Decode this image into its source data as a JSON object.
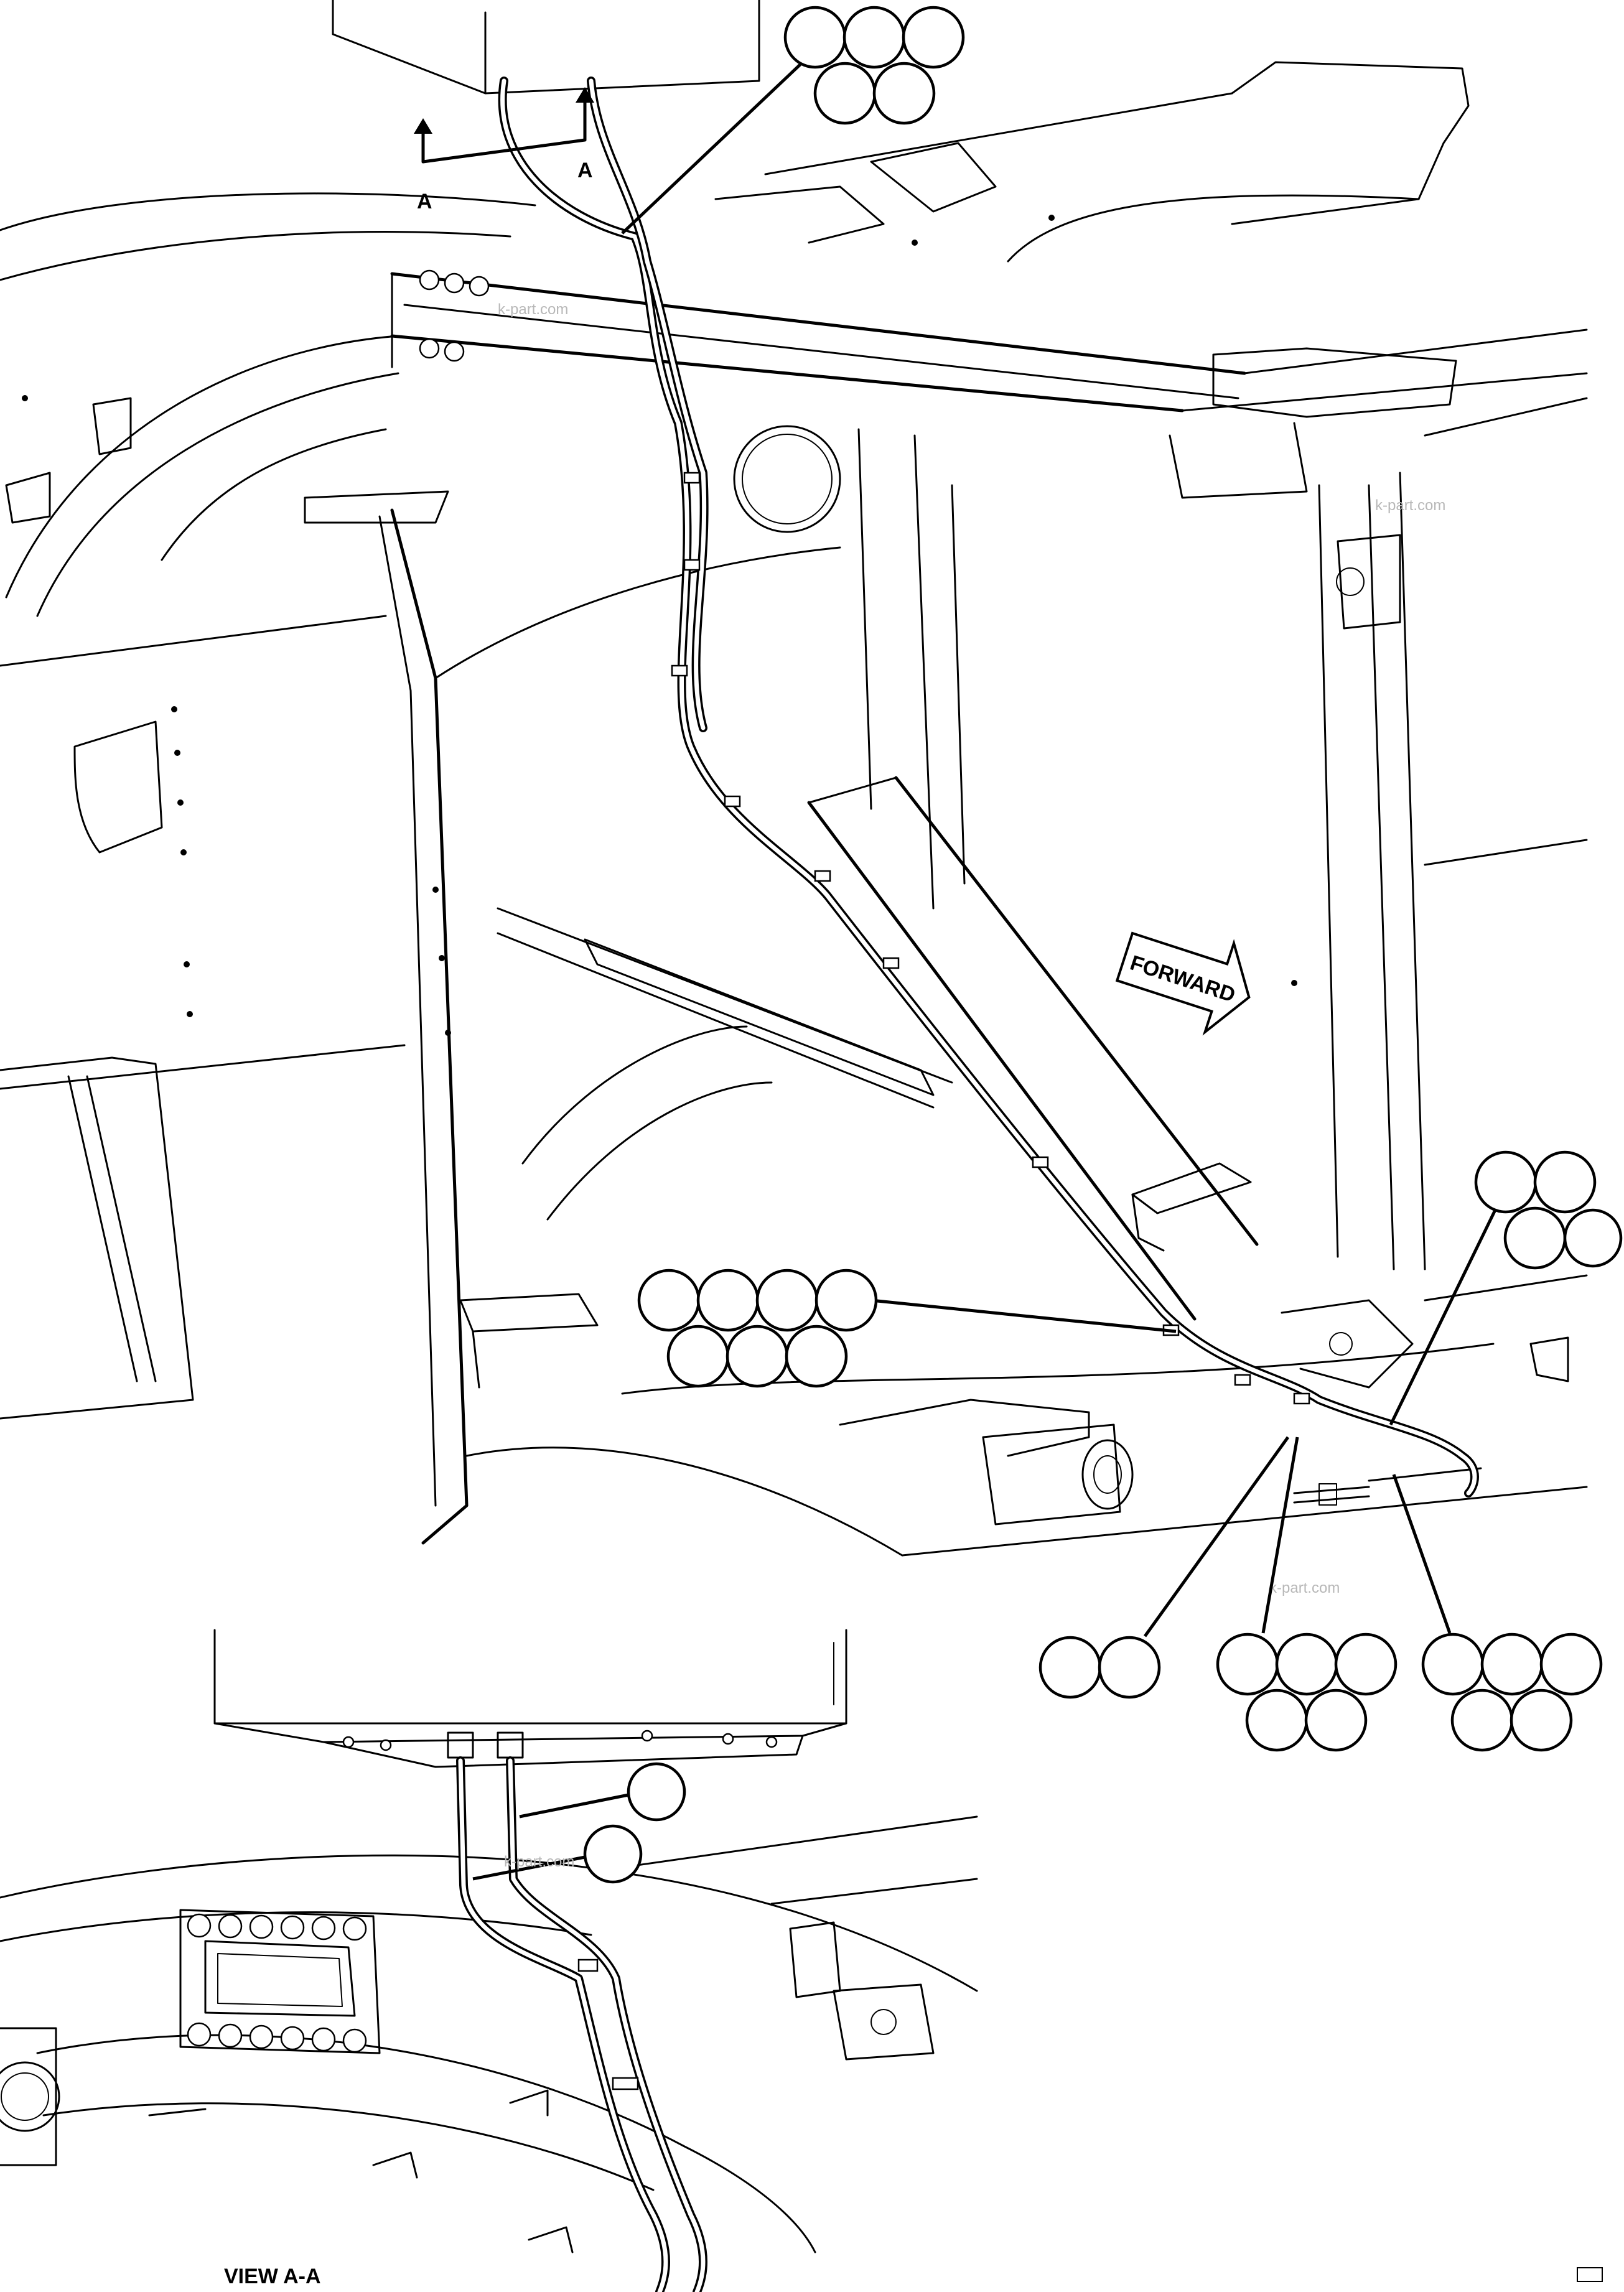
{
  "view_labels": {
    "section_marker_left": "A",
    "section_marker_right": "A",
    "view_title": "VIEW A-A"
  },
  "direction_arrow": {
    "label": "FORWARD"
  },
  "watermarks": [
    "k-part.com",
    "k-part.com",
    "k-part.com",
    "k-part.com"
  ],
  "callout_groups": [
    {
      "name": "top-hose-group",
      "bubble_count": 5
    },
    {
      "name": "center-harness-group",
      "bubble_count": 7
    },
    {
      "name": "right-upper-group",
      "bubble_count": 4
    },
    {
      "name": "lower-left-group",
      "bubble_count": 2
    },
    {
      "name": "lower-middle-group",
      "bubble_count": 5
    },
    {
      "name": "lower-right-group",
      "bubble_count": 5
    },
    {
      "name": "view-hose-upper",
      "bubble_count": 1
    },
    {
      "name": "view-hose-lower",
      "bubble_count": 1
    }
  ],
  "sheet_code": ""
}
